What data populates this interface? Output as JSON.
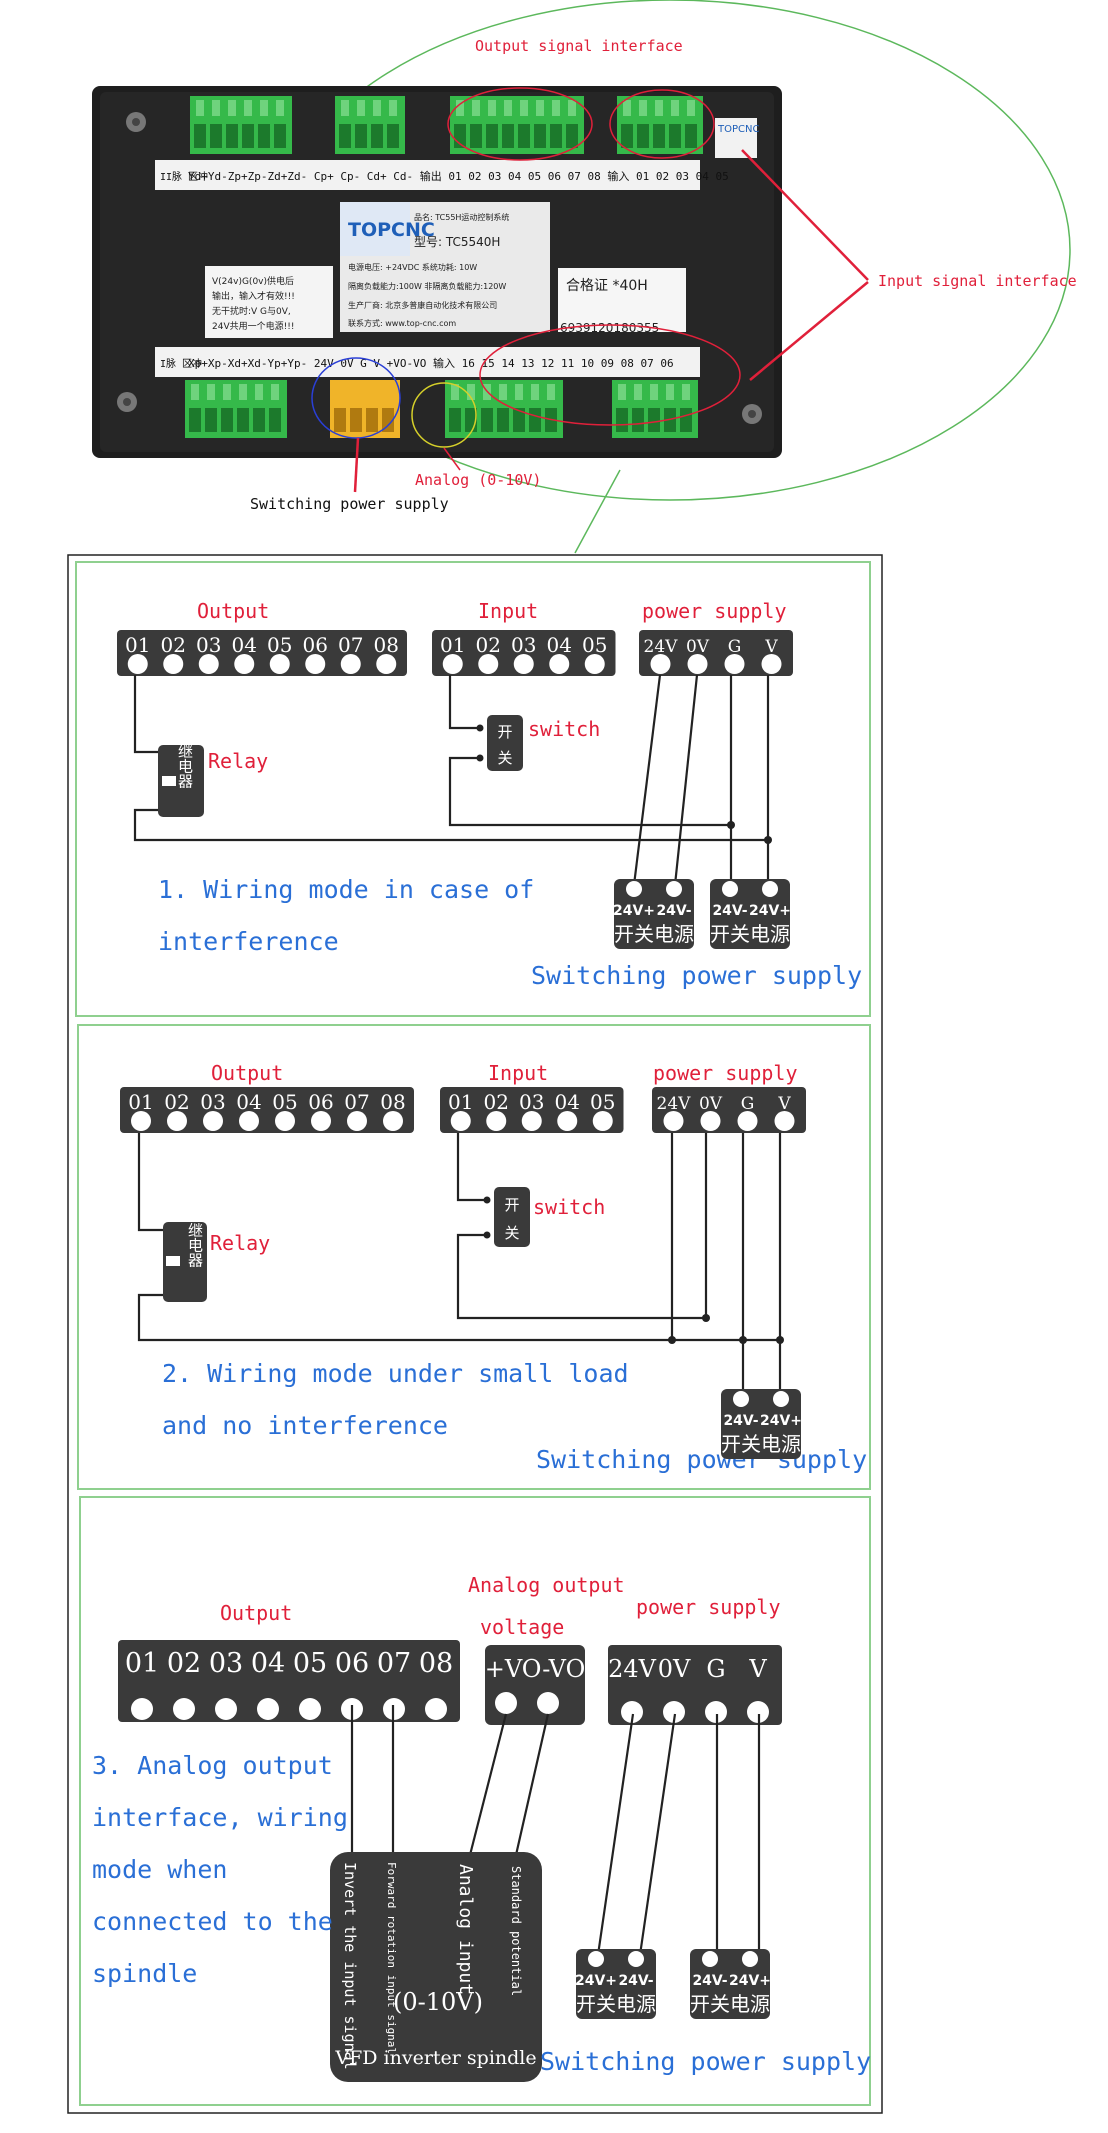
{
  "top_photo": {
    "annotations": {
      "output_signal_interface": "Output signal interface",
      "input_signal_interface": "Input signal interface",
      "switching_power_supply": "Switching power supply",
      "analog": "Analog (0-10V)"
    },
    "device": {
      "brand": "TOPCNC",
      "model_label": "TC5540H",
      "top_label_row": "Yd+Yd-Zp+Zp-Zd+Zd-  Cp+ Cp- Cd+ Cd-  输出 01 02 03 04 05 06 07 08  输入 01 02 03 04 05",
      "bottom_label_row": "Xp+Xp-Xd+Xd-Yp+Yp-  24V 0V G V  +VO-VO  输入 16 15 14 13 12 11  10 09 08 07 06",
      "left_pulse_top": "II脉 区冲",
      "left_pulse_bottom": "I脉 区冲",
      "info_lines": [
        "品名: TC55H运动控制系统",
        "型号: TC5540H",
        "电源电压: +24VDC    系统功耗: 10W",
        "隔离负载能力:100W  非隔离负载能力:120W",
        "生产厂商: 北京多普康自动化技术有限公司",
        "联系方式: www.top-cnc.com"
      ],
      "warning_lines": [
        "V(24v)G(0v)供电后",
        "输出，输入才有效!!!",
        "无干扰时:V G与0V,",
        "24V共用一个电源!!!"
      ],
      "cert_title": "合格证 *40H",
      "barcode": "6939120180355",
      "sticker": "TOPCNC"
    }
  },
  "panels": [
    {
      "output_title": "Output",
      "input_title": "Input",
      "power_title": "power supply",
      "output_pins": [
        "01",
        "02",
        "03",
        "04",
        "05",
        "06",
        "07",
        "08"
      ],
      "input_pins": [
        "01",
        "02",
        "03",
        "04",
        "05"
      ],
      "power_pins": [
        "24V",
        "0V",
        "G",
        "V"
      ],
      "relay_label": "Relay",
      "relay_chars": "继电器",
      "switch_label": "switch",
      "switch_chars": [
        "开",
        "关"
      ],
      "caption_lines": [
        "1. Wiring mode in case of",
        "interference"
      ],
      "psu_label": "Switching power supply",
      "psu_blocks": [
        {
          "pins": [
            "24V+",
            "24V-"
          ],
          "chinese": "开关电源"
        },
        {
          "pins": [
            "24V-",
            "24V+"
          ],
          "chinese": "开关电源"
        }
      ]
    },
    {
      "output_title": "Output",
      "input_title": "Input",
      "power_title": "power supply",
      "output_pins": [
        "01",
        "02",
        "03",
        "04",
        "05",
        "06",
        "07",
        "08"
      ],
      "input_pins": [
        "01",
        "02",
        "03",
        "04",
        "05"
      ],
      "power_pins": [
        "24V",
        "0V",
        "G",
        "V"
      ],
      "relay_label": "Relay",
      "relay_chars": "继电器",
      "switch_label": "switch",
      "switch_chars": [
        "开",
        "关"
      ],
      "caption_lines": [
        "2. Wiring mode under small load",
        "and no interference"
      ],
      "psu_label": "Switching power supply",
      "psu_blocks": [
        {
          "pins": [
            "24V-",
            "24V+"
          ],
          "chinese": "开关电源"
        }
      ]
    },
    {
      "output_title": "Output",
      "analog_title_lines": [
        "Analog output",
        "voltage"
      ],
      "power_title": "power supply",
      "output_pins": [
        "01",
        "02",
        "03",
        "04",
        "05",
        "06",
        "07",
        "08"
      ],
      "analog_pins": "+VO-VO",
      "power_pins": [
        "24V",
        "0V",
        "G",
        "V"
      ],
      "caption_lines": [
        "3. Analog output",
        "interface, wiring",
        "mode when",
        "connected to the",
        "spindle"
      ],
      "vfd_labels": {
        "invert": "Invert the input signal",
        "forward": "Forward rotation input signal",
        "analog_input": "Analog input",
        "standard": "Standard potential",
        "range": "(0-10V)",
        "name": "VFD inverter spindle"
      },
      "psu_label": "Switching power supply",
      "psu_blocks": [
        {
          "pins": [
            "24V+",
            "24V-"
          ],
          "chinese": "开关电源"
        },
        {
          "pins": [
            "24V-",
            "24V+"
          ],
          "chinese": "开关电源"
        }
      ]
    }
  ],
  "colors": {
    "annotation_red": "#e0203a",
    "caption_blue": "#2a6fd6",
    "panel_green": "#8fd08f",
    "terminal_green": "#35b94a",
    "block_dark": "#3a3a3a"
  }
}
